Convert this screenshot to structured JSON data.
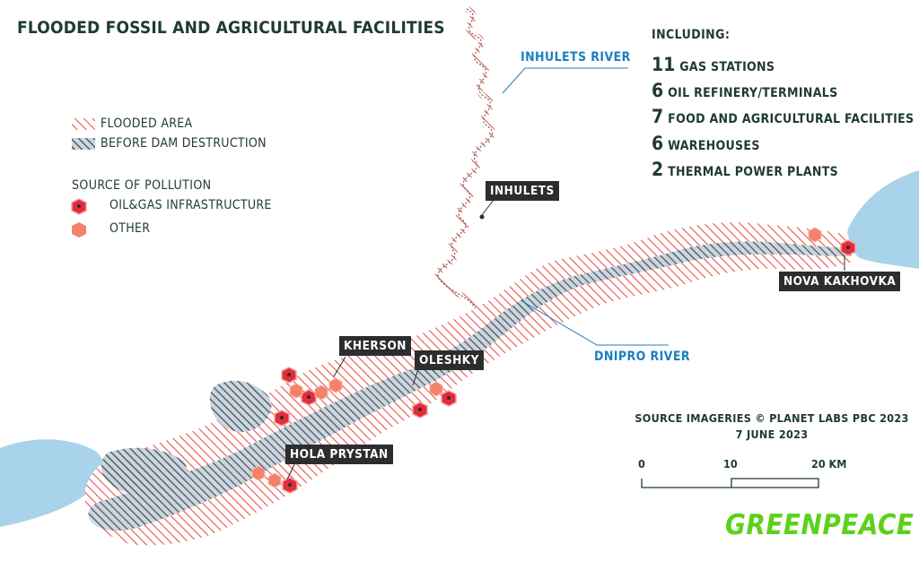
{
  "title": "FLOODED FOSSIL AND AGRICULTURAL FACILITIES",
  "legend": {
    "flooded_area": "FLOODED AREA",
    "before_dam": "BEFORE DAM DESTRUCTION",
    "pollution_heading": "SOURCE OF POLLUTION",
    "oil_gas": "OIL&GAS INFRASTRUCTURE",
    "other": "OTHER"
  },
  "stats": {
    "heading": "INCLUDING:",
    "items": [
      {
        "count": "11",
        "label": "GAS STATIONS"
      },
      {
        "count": "6",
        "label": "OIL REFINERY/TERMINALS"
      },
      {
        "count": "7",
        "label": "FOOD AND AGRICULTURAL FACILITIES"
      },
      {
        "count": "6",
        "label": "WAREHOUSES"
      },
      {
        "count": "2",
        "label": "THERMAL POWER PLANTS"
      }
    ]
  },
  "rivers": {
    "inhulets": "INHULETS RIVER",
    "dnipro": "DNIPRO RIVER"
  },
  "cities": {
    "inhulets": "INHULETS",
    "nova_kakhovka": "NOVA KAKHOVKA",
    "kherson": "KHERSON",
    "oleshky": "OLESHKY",
    "hola_prystan": "HOLA PRYSTAN"
  },
  "source": {
    "line1": "SOURCE IMAGERIES ©  PLANET LABS PBC 2023",
    "line2": "7 JUNE 2023"
  },
  "scale": {
    "label_0": "0",
    "label_10": "10",
    "label_20": "20 KM"
  },
  "brand": "GREENPEACE",
  "colors": {
    "water": "#a9d3ea",
    "flood_hatch": "#e8534a",
    "before_hatch": "#5a6068",
    "oil_gas": "#e02d3c",
    "other": "#f4826a",
    "text": "#1f3b2e",
    "river_label": "#1c7fc0",
    "brand": "#5cd11b"
  }
}
